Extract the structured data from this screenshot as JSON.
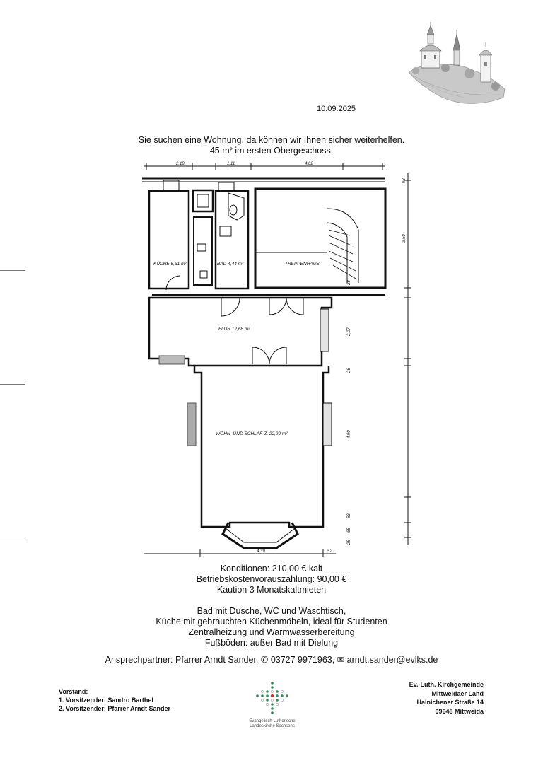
{
  "date": "10.09.2025",
  "intro": {
    "line1": "Sie suchen eine Wohnung, da können wir Ihnen sicher weiterhelfen.",
    "line2": "45 m² im ersten Obergeschoss."
  },
  "floorplan": {
    "rooms": {
      "kitchen": "KÜCHE 6,31 m²",
      "bath": "BAD 4,44 m²",
      "stairwell": "TREPPENHAUS",
      "hall": "FLUR 12,68 m²",
      "living": "WOHN- UND SCHLAF-Z. 22,20 m²"
    },
    "dimensions": {
      "top1": "2,18",
      "top2": "1,11",
      "top3": "4,02",
      "right1": "93",
      "right2": "3,50",
      "right3": "28",
      "right4": "2,07",
      "right5": "26",
      "right6": "4,90",
      "right7": "53",
      "right8": "65",
      "right9": "25",
      "bottom1": "4,39",
      "bottom2": "52"
    }
  },
  "conditions": {
    "line1": "Konditionen: 210,00 € kalt",
    "line2": "Betriebskostenvorauszahlung: 90,00 €",
    "line3": "Kaution 3 Monatskaltmieten"
  },
  "features": {
    "line1": "Bad mit Dusche, WC und Waschtisch,",
    "line2": "Küche mit gebrauchten Küchenmöbeln, ideal für Studenten",
    "line3": "Zentralheizung und Warmwasserbereitung",
    "line4": "Fußböden: außer Bad mit Dielung"
  },
  "contact": {
    "text": "Ansprechpartner: Pfarrer Arndt Sander, ✆ 03727 9971963, ✉ arndt.sander@evlks.de"
  },
  "board": {
    "title": "Vorstand:",
    "line1": "1. Vorsitzender: Sandro Barthel",
    "line2": "2. Vorsitzender: Pfarrer Arndt Sander"
  },
  "church_logo": {
    "line1": "Evangelisch-Lutherische",
    "line2": "Landeskirche Sachsens"
  },
  "address": {
    "line1": "Ev.-Luth. Kirchgemeinde",
    "line2": "Mittweidaer Land",
    "line3": "Hainichener Straße 14",
    "line4": "09648 Mittweida"
  }
}
